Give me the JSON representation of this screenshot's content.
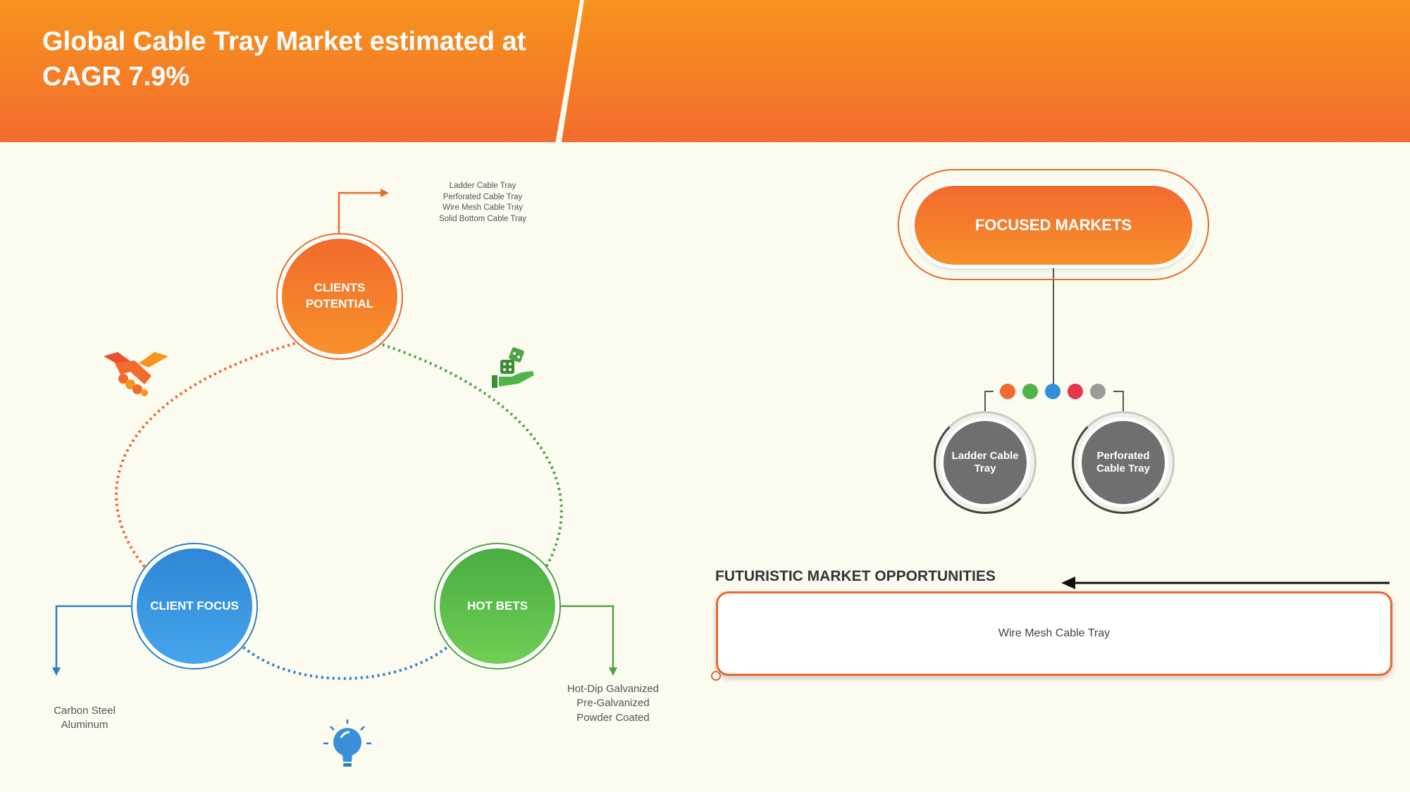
{
  "header": {
    "title_line1": "Global Cable Tray Market estimated at",
    "title_line2": "CAGR 7.9%"
  },
  "cycle": {
    "clients_potential": {
      "label_line1": "CLIENTS",
      "label_line2": "POTENTIAL",
      "items": [
        "Ladder Cable Tray",
        "Perforated Cable Tray",
        "Wire Mesh Cable Tray",
        "Solid Bottom Cable Tray"
      ],
      "color": "#f26b2c"
    },
    "client_focus": {
      "label": "CLIENT FOCUS",
      "items": [
        "Carbon Steel",
        "Aluminum"
      ],
      "color": "#2f8fd8"
    },
    "hot_bets": {
      "label": "HOT BETS",
      "items": [
        "Hot-Dip Galvanized",
        "Pre-Galvanized",
        "Powder Coated"
      ],
      "color": "#4fb548"
    },
    "icons": {
      "handshake": "handshake-icon",
      "dice": "dice-hand-icon",
      "bulb": "lightbulb-icon"
    }
  },
  "focused_markets": {
    "title": "FOCUSED MARKETS",
    "dot_colors": [
      "#f26b2c",
      "#4fb548",
      "#2f8fd8",
      "#e8364a",
      "#9b9b9b"
    ],
    "nodes": [
      {
        "line1": "Ladder Cable",
        "line2": "Tray"
      },
      {
        "line1": "Perforated",
        "line2": "Cable Tray"
      }
    ]
  },
  "opportunities": {
    "title": "FUTURISTIC MARKET OPPORTUNITIES",
    "item": "Wire Mesh Cable Tray"
  }
}
